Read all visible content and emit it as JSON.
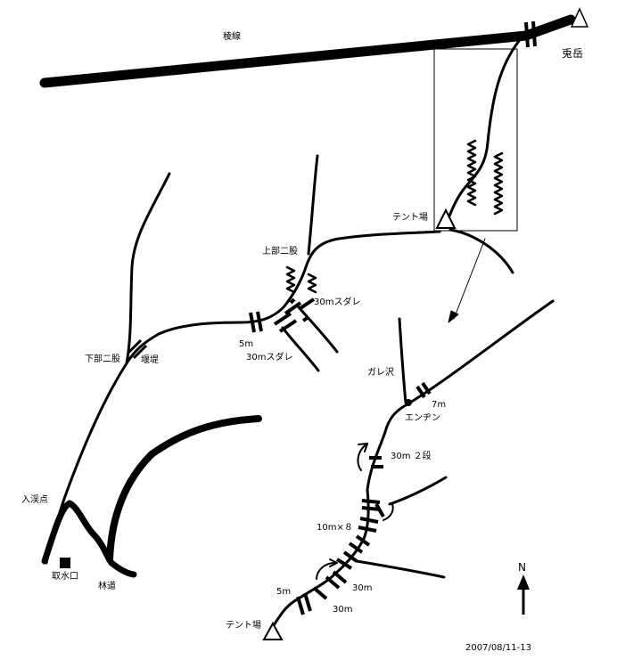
{
  "map": {
    "labels": {
      "ridge": "稜線",
      "peak": "兎岳",
      "tent_site_upper": "テント場",
      "upper_fork": "上部二股",
      "sudare_30m_upper": "30mスダレ",
      "waterfall_5m_upper": "5m",
      "sudare_30m_lower": "30mスダレ",
      "lower_fork": "下部二股",
      "weir": "堰堤",
      "entry_point": "入渓点",
      "water_intake": "取水口",
      "forest_road": "林道",
      "gare_sawa": "ガレ沢",
      "waterfall_7m": "7m",
      "engine": "エンヂン",
      "waterfall_30m_2dan": "30m ２段",
      "waterfall_10m_x8": "10m×８",
      "waterfall_5m_lower": "5m",
      "waterfall_30m_a": "30m",
      "waterfall_30m_b": "30m",
      "tent_site_lower": "テント場",
      "north": "N",
      "date": "2007/08/11-13"
    },
    "colors": {
      "ink": "#000000",
      "background": "#ffffff"
    }
  }
}
